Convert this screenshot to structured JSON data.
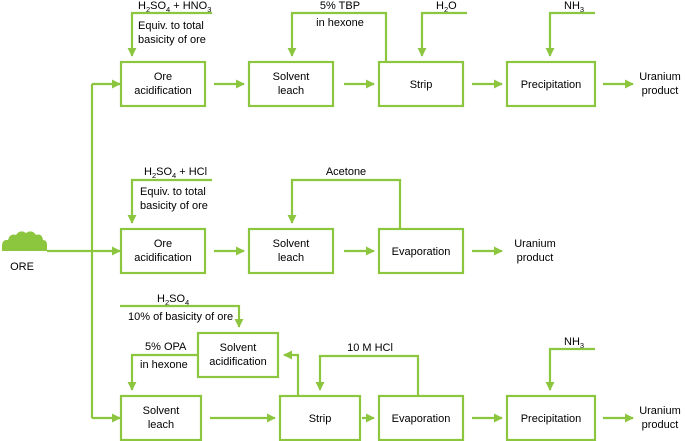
{
  "colors": {
    "line": "#8cc63f",
    "box_border": "#8cc63f",
    "text": "#000000"
  },
  "source": {
    "icon": "ore-pile-icon",
    "label": "ORE"
  },
  "rows": {
    "top": {
      "boxes": [
        {
          "line1": "Ore",
          "line2": "acidification"
        },
        {
          "line1": "Solvent",
          "line2": "leach"
        },
        {
          "line1": "Strip"
        },
        {
          "line1": "Precipitation"
        }
      ],
      "product": {
        "line1": "Uranium",
        "line2": "product"
      },
      "reagents": {
        "acid": {
          "parts": [
            "H",
            "2",
            "SO",
            "4",
            " + HNO",
            "3"
          ]
        },
        "acid_note": {
          "line1": "Equiv. to total",
          "line2": "basicity of ore"
        },
        "recycle": {
          "line1": "5% TBP",
          "line2": "in hexone"
        },
        "strip_in": {
          "parts": [
            "H",
            "2",
            "O"
          ]
        },
        "precip_in": {
          "parts": [
            "NH",
            "3"
          ]
        }
      }
    },
    "middle": {
      "boxes": [
        {
          "line1": "Ore",
          "line2": "acidification"
        },
        {
          "line1": "Solvent",
          "line2": "leach"
        },
        {
          "line1": "Evaporation"
        }
      ],
      "product": {
        "line1": "Uranium",
        "line2": "product"
      },
      "reagents": {
        "acid": {
          "parts": [
            "H",
            "2",
            "SO",
            "4",
            " + HCl"
          ]
        },
        "acid_note": {
          "line1": "Equiv. to total",
          "line2": "basicity of ore"
        },
        "recycle": {
          "line1": "Acetone"
        }
      }
    },
    "bottom": {
      "boxes": [
        {
          "line1": "Solvent",
          "line2": "leach"
        },
        {
          "line1": "Strip"
        },
        {
          "line1": "Evaporation"
        },
        {
          "line1": "Precipitation"
        }
      ],
      "side_box": {
        "line1": "Solvent",
        "line2": "acidification"
      },
      "product": {
        "line1": "Uranium",
        "line2": "product"
      },
      "reagents": {
        "acid": {
          "parts": [
            "H",
            "2",
            "SO",
            "4"
          ]
        },
        "acid_note": {
          "line1": "10% of basicity of ore"
        },
        "opa": {
          "line1": "5% OPA",
          "line2": "in hexone"
        },
        "recycle": {
          "line1": "10 M HCl"
        },
        "precip_in": {
          "parts": [
            "NH",
            "3"
          ]
        }
      }
    }
  }
}
